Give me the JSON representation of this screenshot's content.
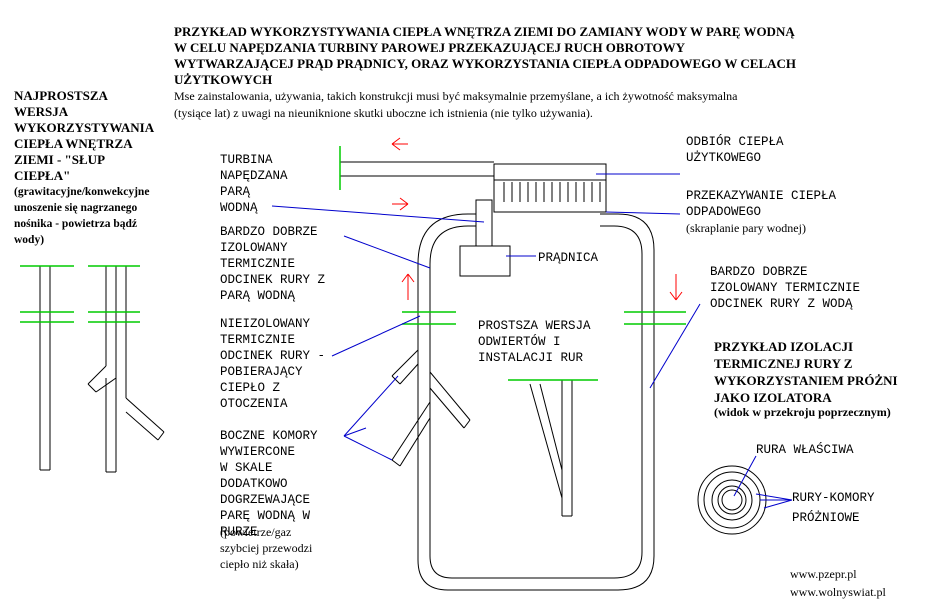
{
  "colors": {
    "pipe": "#000000",
    "joint": "#00cc00",
    "arrow": "#ff0000",
    "pointer": "#0000cc",
    "background": "#ffffff"
  },
  "title": "PRZYKŁAD WYKORZYSTYWANIA CIEPŁA WNĘTRZA ZIEMI DO ZAMIANY WODY W PARĘ WODNĄ\nW CELU NAPĘDZANIA TURBINY PAROWEJ PRZEKAZUJĄCEJ RUCH OBROTOWY\nWYTWARZAJĄCEJ PRĄD PRĄDNICY, ORAZ WYKORZYSTANIA CIEPŁA ODPADOWEGO W CELACH\nUŻYTKOWYCH",
  "note": "Mse zainstalowania, używania, takich konstrukcji musi być maksymalnie przemyślane, a ich żywotność maksymalna\n(tysiące lat) z uwagi na nieuniknione skutki uboczne ich istnienia (nie tylko używania).",
  "left_heading": "NAJPROSTSZA\nWERSJA\nWYKORZYSTYWANIA\nCIEPŁA WNĘTRZA\nZIEMI - \"SŁUP\nCIEPŁA\"",
  "left_subtext": "(grawitacyjne/konwekcyjne\nunoszenie się nagrzanego\nnośnika - powietrza bądź\nwody)",
  "labels": {
    "turbine": "TURBINA\nNAPĘDZANA\nPARĄ\nWODNĄ",
    "steam_pipe": "BARDZO DOBRZE\nIZOLOWANY\nTERMICZNIE\nODCINEK RURY Z\nPARĄ WODNĄ",
    "uninsulated": "NIEIZOLOWANY\nTERMICZNIE\nODCINEK RURY -\nPOBIERAJĄCY\nCIEPŁO Z\nOTOCZENIA",
    "side_chambers": "BOCZNE KOMORY\nWYWIERCONE\nW SKALE\nDODATKOWO\nDOGRZEWAJĄCE\nPARĘ WODNĄ W\nRURZE",
    "side_chambers_note": "(powietrze/gaz\nszybciej przewodzi\nciepło niż skała)",
    "heat_use": "ODBIÓR CIEPŁA\nUŻYTKOWEGO",
    "waste_heat": "PRZEKAZYWANIE CIEPŁA\nODPADOWEGO",
    "waste_heat_note": "(skraplanie pary wodnej)",
    "generator": "PRĄDNICA",
    "water_pipe": "BARDZO DOBRZE\nIZOLOWANY TERMICZNIE\nODCINEK RURY Z WODĄ",
    "simpler": "PROSTSZA WERSJA\nODWIERTÓW I\nINSTALACJI RUR",
    "insulation_heading": "PRZYKŁAD IZOLACJI\nTERMICZNEJ RURY Z\nWYKORZYSTANIEM PRÓŻNI\nJAKO IZOLATORA",
    "insulation_note": "(widok w przekroju poprzecznym)",
    "actual_pipe": "RURA WŁAŚCIWA",
    "vacuum_chambers": "RURY-KOMORY\nPRÓŻNIOWE"
  },
  "footer": {
    "site1": "www.pzepr.pl",
    "site2": "www.wolnyswiat.pl"
  }
}
